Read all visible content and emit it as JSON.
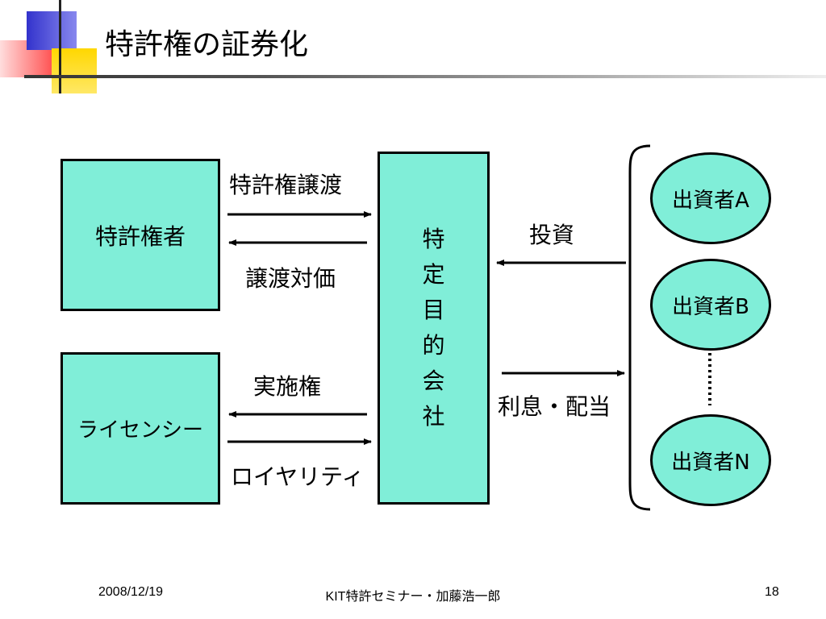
{
  "slide": {
    "title": "特許権の証券化"
  },
  "diagram": {
    "patent_holder": "特許権者",
    "licensee": "ライセンシー",
    "spc": "特定目的会社",
    "investors": [
      "出資者A",
      "出資者B",
      "出資者N"
    ],
    "labels": {
      "transfer": "特許権譲渡",
      "consideration": "譲渡対価",
      "implementation_right": "実施権",
      "royalty": "ロイヤリティ",
      "investment": "投資",
      "interest_dividend": "利息・配当"
    }
  },
  "footer": {
    "date": "2008/12/19",
    "center": "KIT特許セミナー・加藤浩一郎",
    "page": "18"
  },
  "colors": {
    "box_fill": "#80eed8",
    "line": "#000000"
  }
}
